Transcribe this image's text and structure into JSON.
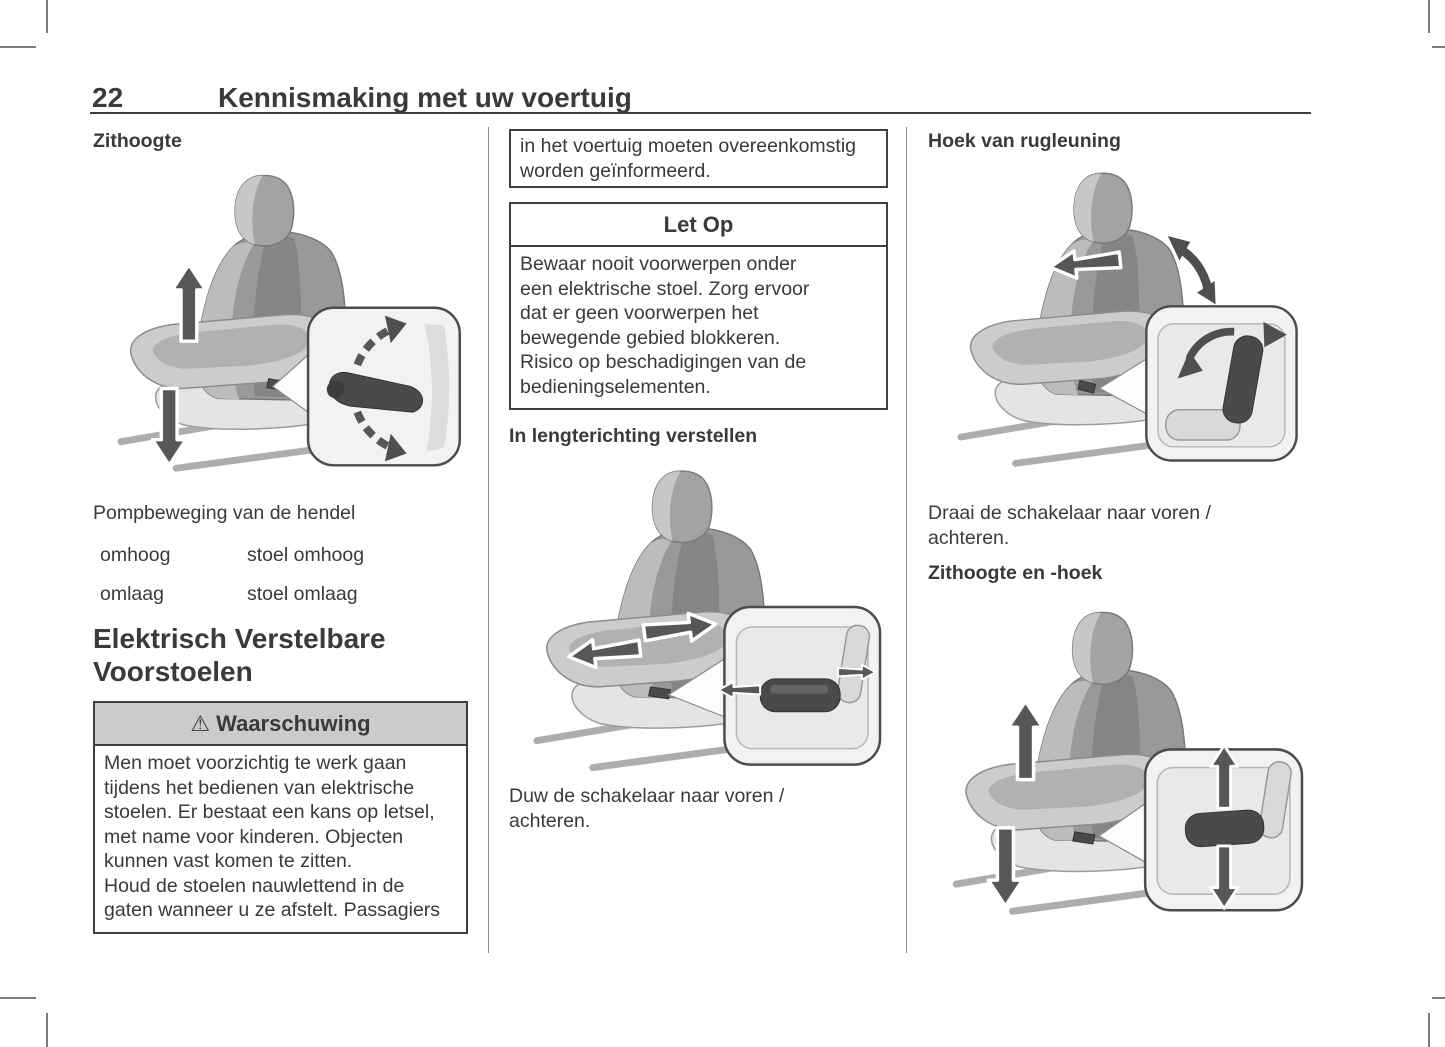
{
  "page": {
    "number": "22",
    "chapter_title": "Kennismaking met uw voertuig"
  },
  "left_column": {
    "seat_height_heading": "Zithoogte",
    "pump_caption": "Pompbeweging van de hendel",
    "pump_table": [
      {
        "term": "omhoog",
        "description": "stoel omhoog"
      },
      {
        "term": "omlaag",
        "description": "stoel omlaag"
      }
    ],
    "power_seats_heading": "Elektrisch Verstelbare\nVoorstoelen",
    "warning_box": {
      "symbol": "⚠",
      "title": "Waarschuwing",
      "body": "Men moet voorzichtig te werk gaan\ntijdens het bedienen van elektrische\nstoelen. Er bestaat een kans op letsel,\nmet name voor kinderen. Objecten\nkunnen vast komen te zitten.\nHoud de stoelen nauwlettend in de\ngaten wanneer u ze afstelt. Passagiers"
    }
  },
  "middle_column": {
    "continuation_text": "in het voertuig moeten overeenkomstig\nworden geïnformeerd.",
    "caution_box": {
      "title": "Let Op",
      "body": "Bewaar nooit voorwerpen onder\neen elektrische stoel. Zorg ervoor\ndat er geen voorwerpen het\nbewegende gebied blokkeren.\nRisico op beschadigingen van de\nbedieningselementen."
    },
    "lengthwise_heading": "In lengterichting verstellen",
    "lengthwise_caption": "Duw de schakelaar naar voren /\nachteren."
  },
  "right_column": {
    "backrest_angle_heading": "Hoek van rugleuning",
    "backrest_angle_caption": "Draai de schakelaar naar voren /\nachteren.",
    "height_angle_heading": "Zithoogte en -hoek"
  }
}
